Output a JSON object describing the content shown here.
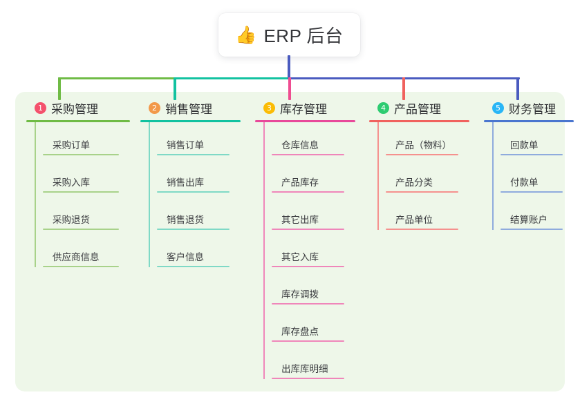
{
  "root": {
    "icon": "thumbs-up-emoji",
    "icon_glyph": "👍",
    "title": "ERP 后台"
  },
  "colors": {
    "root_stem": "#4a5bbf",
    "trunk_left_green": "#6fbb45",
    "trunk_mid_teal": "#12c2a0",
    "trunk_right_blue": "#4a5bbf",
    "panel_bg": "#eef7e9",
    "page_bg": "#ffffff",
    "text": "#3a3b3f"
  },
  "columns": [
    {
      "number": "1",
      "title": "采购管理",
      "badge_color": "#f4516c",
      "line_color": "#6fbb45",
      "leaf_line_color": "#a8d28a",
      "drop_color": "#6fbb45",
      "items": [
        "采购订单",
        "采购入库",
        "采购退货",
        "供应商信息"
      ]
    },
    {
      "number": "2",
      "title": "销售管理",
      "badge_color": "#f2994a",
      "line_color": "#12c2a0",
      "leaf_line_color": "#7fd9c6",
      "drop_color": "#12c2a0",
      "items": [
        "销售订单",
        "销售出库",
        "销售退货",
        "客户信息"
      ]
    },
    {
      "number": "3",
      "title": "库存管理",
      "badge_color": "#fbbc05",
      "line_color": "#e8499a",
      "leaf_line_color": "#ef86ba",
      "drop_color": "#ef4d91",
      "items": [
        "仓库信息",
        "产品库存",
        "其它出库",
        "其它入库",
        "库存调拨",
        "库存盘点",
        "出库库明细"
      ]
    },
    {
      "number": "4",
      "title": "产品管理",
      "badge_color": "#2ecc71",
      "line_color": "#f0625e",
      "leaf_line_color": "#f5918e",
      "drop_color": "#f0625e",
      "items": [
        "产品（物料）",
        "产品分类",
        "产品单位"
      ]
    },
    {
      "number": "5",
      "title": "财务管理",
      "badge_color": "#29b6f6",
      "line_color": "#4a76cf",
      "leaf_line_color": "#8fabdd",
      "drop_color": "#4a5bbf",
      "items": [
        "回款单",
        "付款单",
        "结算账户"
      ]
    }
  ]
}
